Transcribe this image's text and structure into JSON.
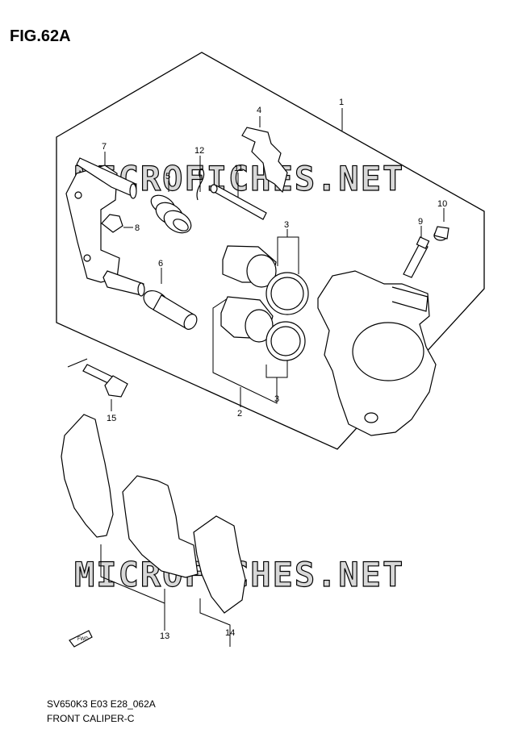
{
  "figure": {
    "title": "FIG.62A",
    "model_code": "SV650K3 E03 E28_062A",
    "section_name": "FRONT CALIPER-C"
  },
  "callouts": [
    "1",
    "2",
    "3",
    "3",
    "4",
    "5",
    "6",
    "7",
    "8",
    "9",
    "10",
    "11",
    "12",
    "13",
    "14",
    "15"
  ],
  "watermark": "MICROFICHES.NET",
  "direction_label": "FWD"
}
